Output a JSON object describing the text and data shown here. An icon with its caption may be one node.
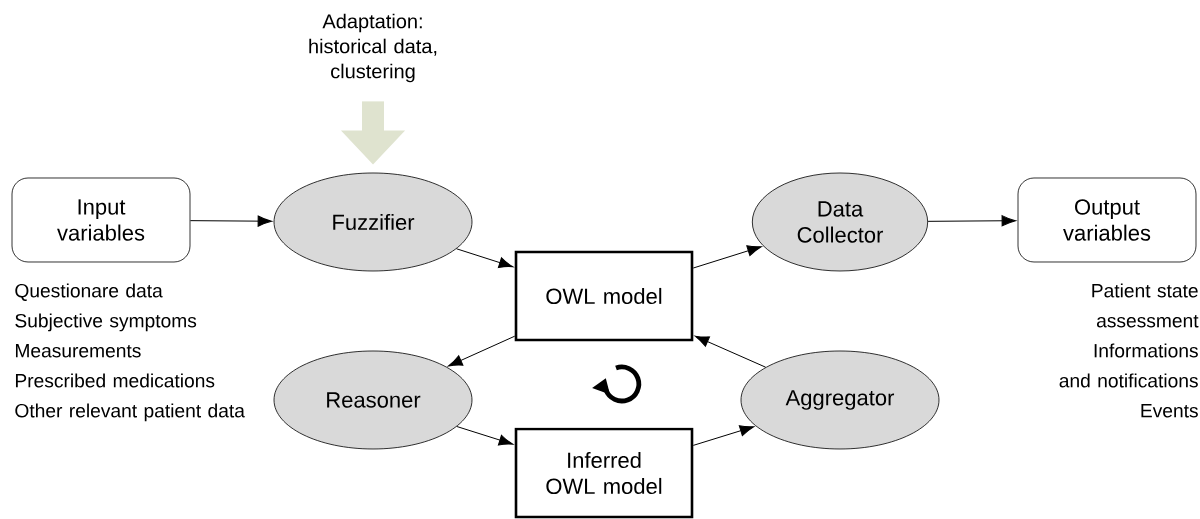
{
  "diagram": {
    "nodes": [
      {
        "text": [
          "Input variables"
        ],
        "beside": [
          "Questionare data",
          "Subjective symptoms",
          "Measurements",
          "Prescribed medications",
          "Other relevant patient data"
        ]
      },
      {
        "text": [
          "Fuzzifier"
        ]
      },
      {
        "text": [
          "OWL model"
        ]
      },
      {
        "text": [
          "Data Collector"
        ]
      },
      {
        "text": [
          "Output variables"
        ],
        "beside": [
          "Patient state assessment",
          "Informations and notifications",
          "Events"
        ]
      },
      {
        "text": [
          "Reasoner"
        ]
      },
      {
        "text": [
          "Inferred OWL model"
        ]
      },
      {
        "text": [
          "Aggregator"
        ]
      },
      {
        "text": [
          "Adaptation: historical data, clustering"
        ]
      }
    ],
    "edges": [
      {
        "from": 0,
        "to": 1,
        "arrow": "to"
      },
      {
        "from": 1,
        "to": 2,
        "arrow": "to"
      },
      {
        "from": 2,
        "to": 3,
        "arrow": "to"
      },
      {
        "from": 3,
        "to": 4,
        "arrow": "to"
      },
      {
        "from": 2,
        "to": 5,
        "arrow": "to"
      },
      {
        "from": 5,
        "to": 6,
        "arrow": "to"
      },
      {
        "from": 6,
        "to": 7,
        "arrow": "to"
      },
      {
        "from": 7,
        "to": 2,
        "arrow": "to"
      },
      {
        "from": 8,
        "to": 1,
        "arrow": "to",
        "style": "thick",
        "color": "#dfe3cf"
      }
    ]
  }
}
